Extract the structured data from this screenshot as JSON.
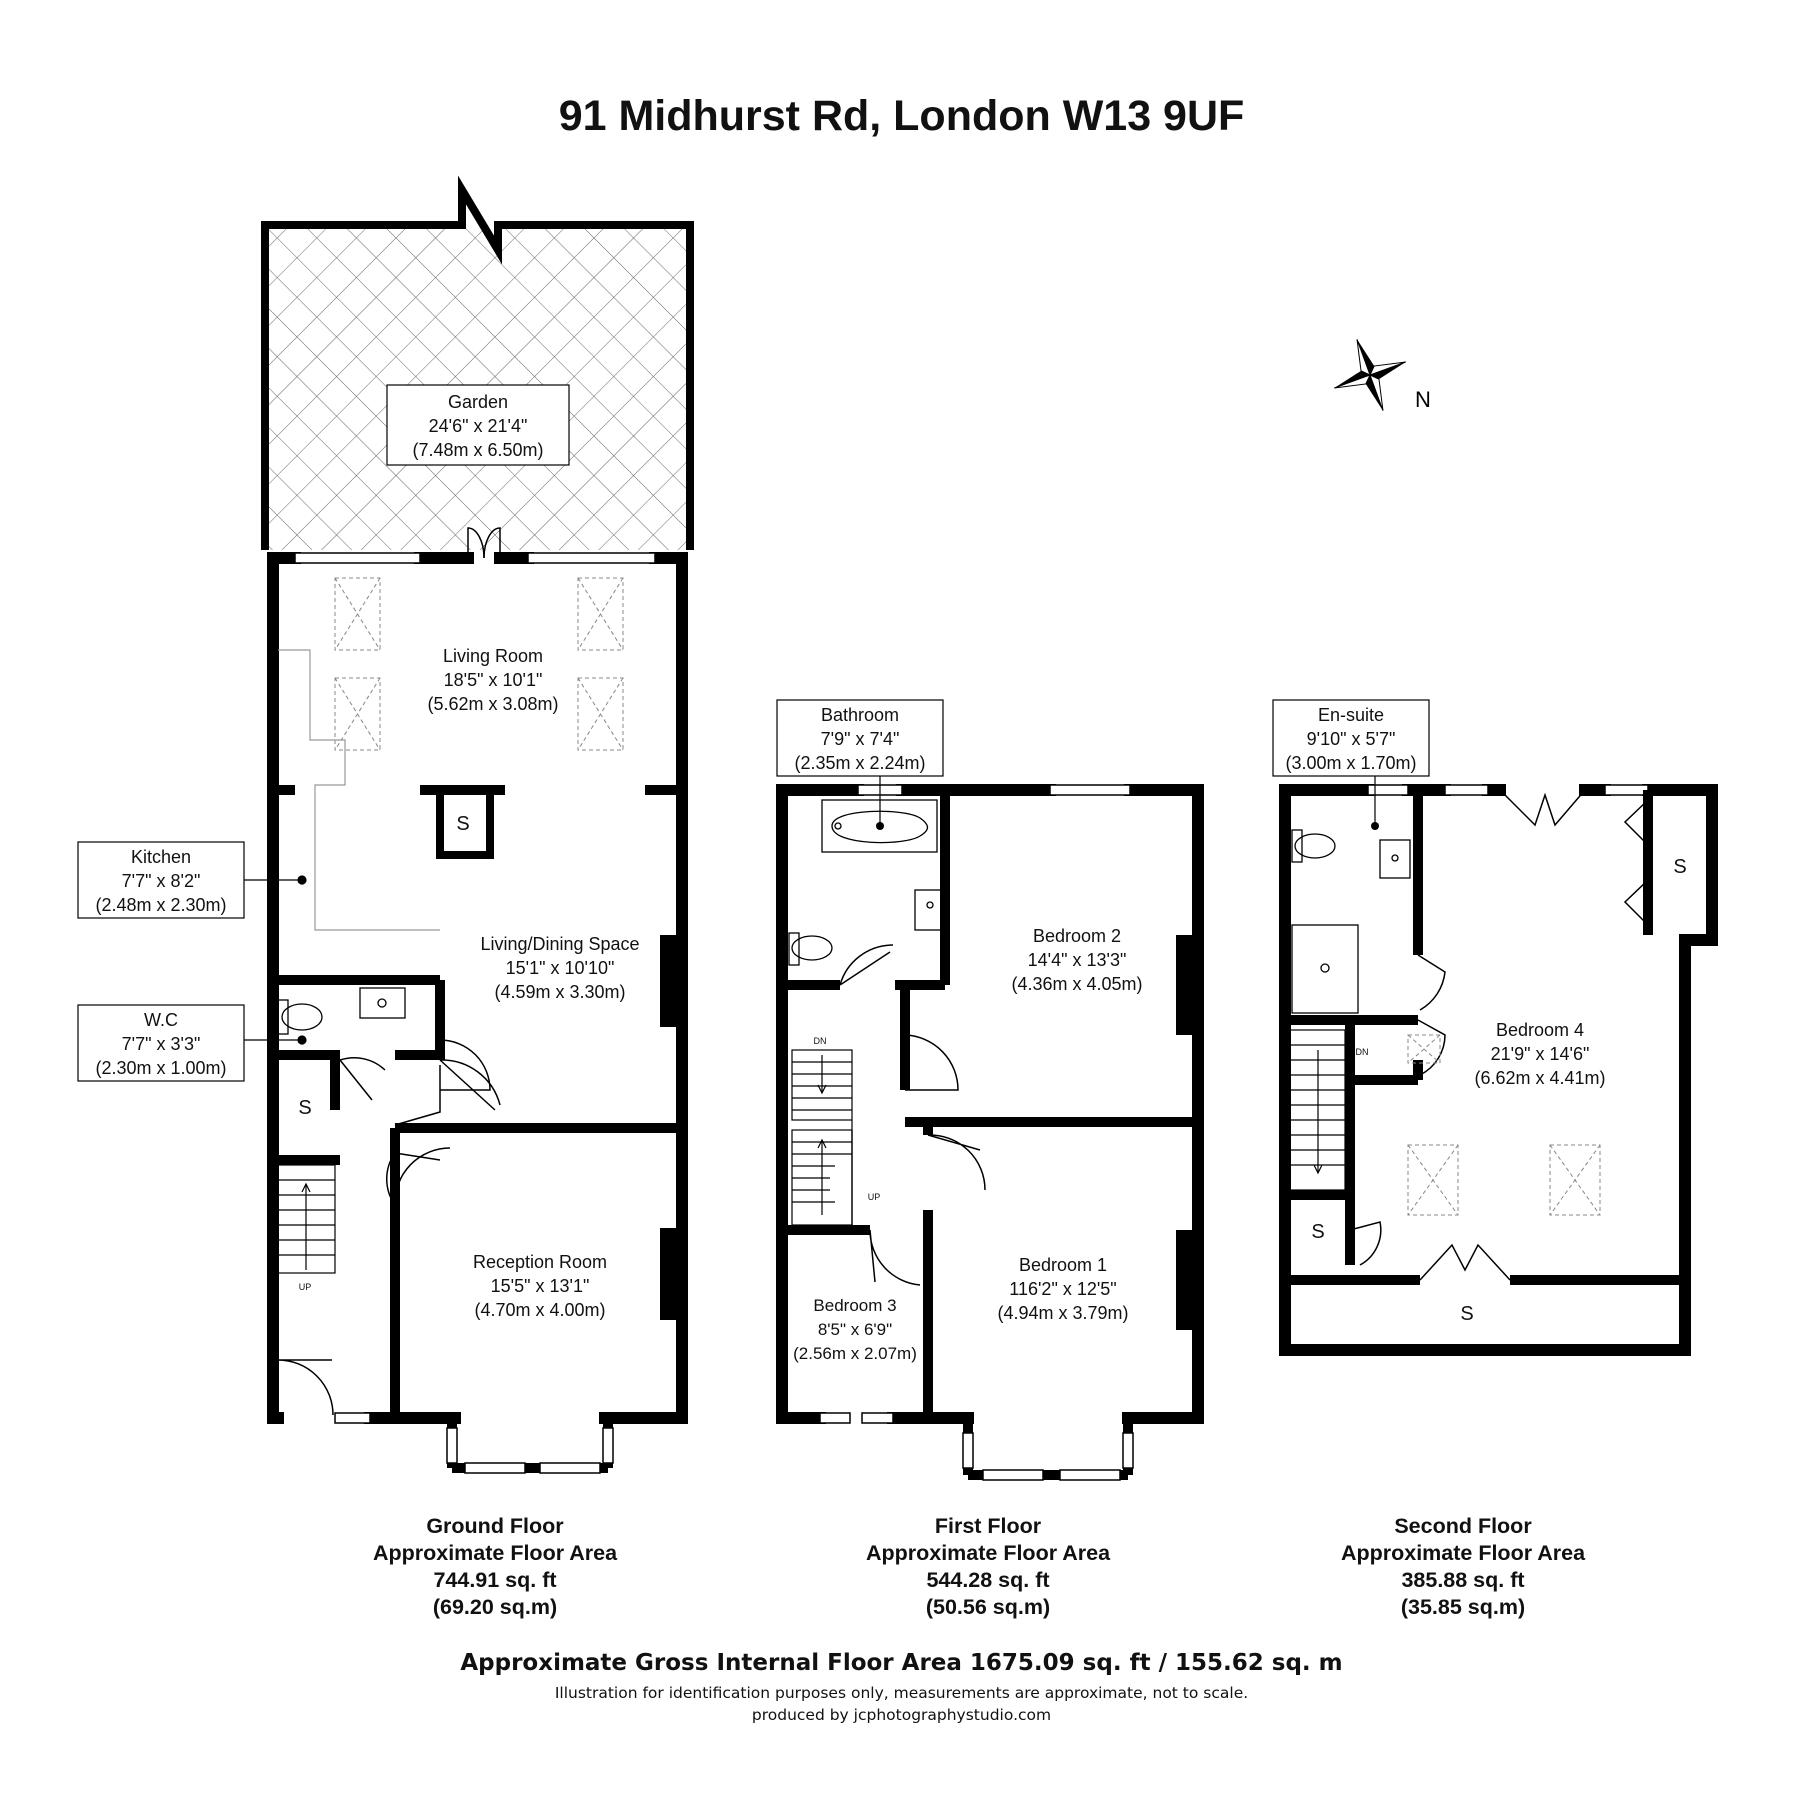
{
  "title": "91 Midhurst Rd, London W13 9UF",
  "compass": {
    "label": "N"
  },
  "rooms": {
    "garden": {
      "name": "Garden",
      "imperial": "24'6\" x 21'4\"",
      "metric": "(7.48m x 6.50m)"
    },
    "living_room": {
      "name": "Living Room",
      "imperial": "18'5\" x 10'1\"",
      "metric": "(5.62m x 3.08m)"
    },
    "kitchen": {
      "name": "Kitchen",
      "imperial": "7'7\" x 8'2\"",
      "metric": "(2.48m x 2.30m)"
    },
    "wc": {
      "name": "W.C",
      "imperial": "7'7\" x 3'3\"",
      "metric": "(2.30m x 1.00m)"
    },
    "living_dining": {
      "name": "Living/Dining Space",
      "imperial": "15'1\" x 10'10\"",
      "metric": "(4.59m x 3.30m)"
    },
    "reception": {
      "name": "Reception Room",
      "imperial": "15'5\" x 13'1\"",
      "metric": "(4.70m x 4.00m)"
    },
    "bathroom": {
      "name": "Bathroom",
      "imperial": "7'9\" x 7'4\"",
      "metric": "(2.35m x 2.24m)"
    },
    "bedroom2": {
      "name": "Bedroom 2",
      "imperial": "14'4\" x 13'3\"",
      "metric": "(4.36m x 4.05m)"
    },
    "bedroom1": {
      "name": "Bedroom 1",
      "imperial": "116'2\" x 12'5\"",
      "metric": "(4.94m x 3.79m)"
    },
    "bedroom3": {
      "name": "Bedroom 3",
      "imperial": "8'5\" x 6'9\"",
      "metric": "(2.56m x 2.07m)"
    },
    "ensuite": {
      "name": "En-suite",
      "imperial": "9'10\" x 5'7\"",
      "metric": "(3.00m x 1.70m)"
    },
    "bedroom4": {
      "name": "Bedroom 4",
      "imperial": "21'9\" x 14'6\"",
      "metric": "(6.62m x 4.41m)"
    }
  },
  "labels": {
    "storage": "S",
    "up": "UP",
    "down": "DN"
  },
  "floors": {
    "ground": {
      "name": "Ground Floor",
      "caption": "Approximate Floor Area",
      "sqft": "744.91 sq. ft",
      "sqm": "(69.20 sq.m)"
    },
    "first": {
      "name": "First Floor",
      "caption": "Approximate Floor Area",
      "sqft": "544.28 sq. ft",
      "sqm": "(50.56 sq.m)"
    },
    "second": {
      "name": "Second Floor",
      "caption": "Approximate Floor Area",
      "sqft": "385.88 sq. ft",
      "sqm": "(35.85 sq.m)"
    }
  },
  "footer": {
    "gross": "Approximate Gross Internal Floor Area 1675.09 sq. ft /  155.62 sq. m",
    "disclaimer": "Illustration for identification purposes only, measurements are approximate, not to scale.",
    "producer": "produced by jcphotographystudio.com"
  }
}
